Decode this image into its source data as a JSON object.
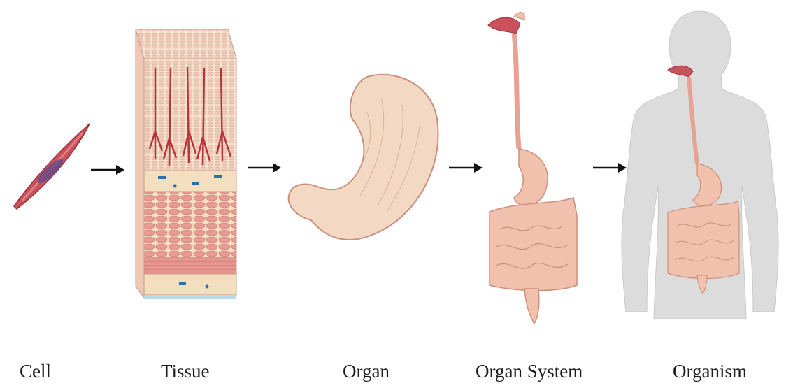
{
  "stages": [
    {
      "id": "cell",
      "label": "Cell"
    },
    {
      "id": "tissue",
      "label": "Tissue"
    },
    {
      "id": "organ",
      "label": "Organ"
    },
    {
      "id": "organ-system",
      "label": "Organ System"
    },
    {
      "id": "organism",
      "label": "Organism"
    }
  ],
  "colors": {
    "cell_fill": "#c9515a",
    "cell_nucleus": "#6a4a86",
    "tissue_pink": "#e9a7a0",
    "tissue_red": "#b8343a",
    "tissue_cream": "#f3dfc0",
    "tissue_blue": "#2d6fa8",
    "organ_fill": "#f3d9c3",
    "organ_outline": "#c98f7c",
    "intestine_fill": "#f2c1ad",
    "body_fill": "#dcdcdc",
    "arrow": "#111111"
  }
}
